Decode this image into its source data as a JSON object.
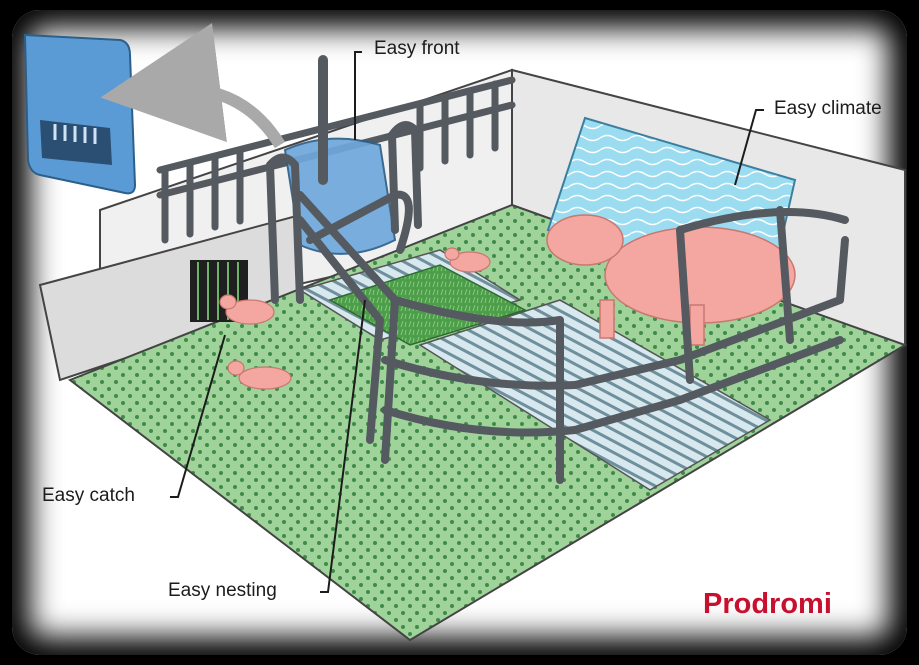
{
  "labels": {
    "easy_front": "Easy front",
    "easy_climate": "Easy climate",
    "easy_catch": "Easy catch",
    "easy_nesting": "Easy nesting"
  },
  "brand": {
    "name": "Prodromi",
    "color": "#c8102e"
  },
  "colors": {
    "floor": "#9fd39a",
    "floor_dot": "#3f8a4a",
    "slats": "#c9dfe6",
    "nest_mat": "#5da95b",
    "pen_rail": "#545a60",
    "feeder": "#6fa8dc",
    "climate_panel": "#8fd3ea",
    "pig": "#f4a7a0",
    "wall": "#e6e6e6"
  }
}
